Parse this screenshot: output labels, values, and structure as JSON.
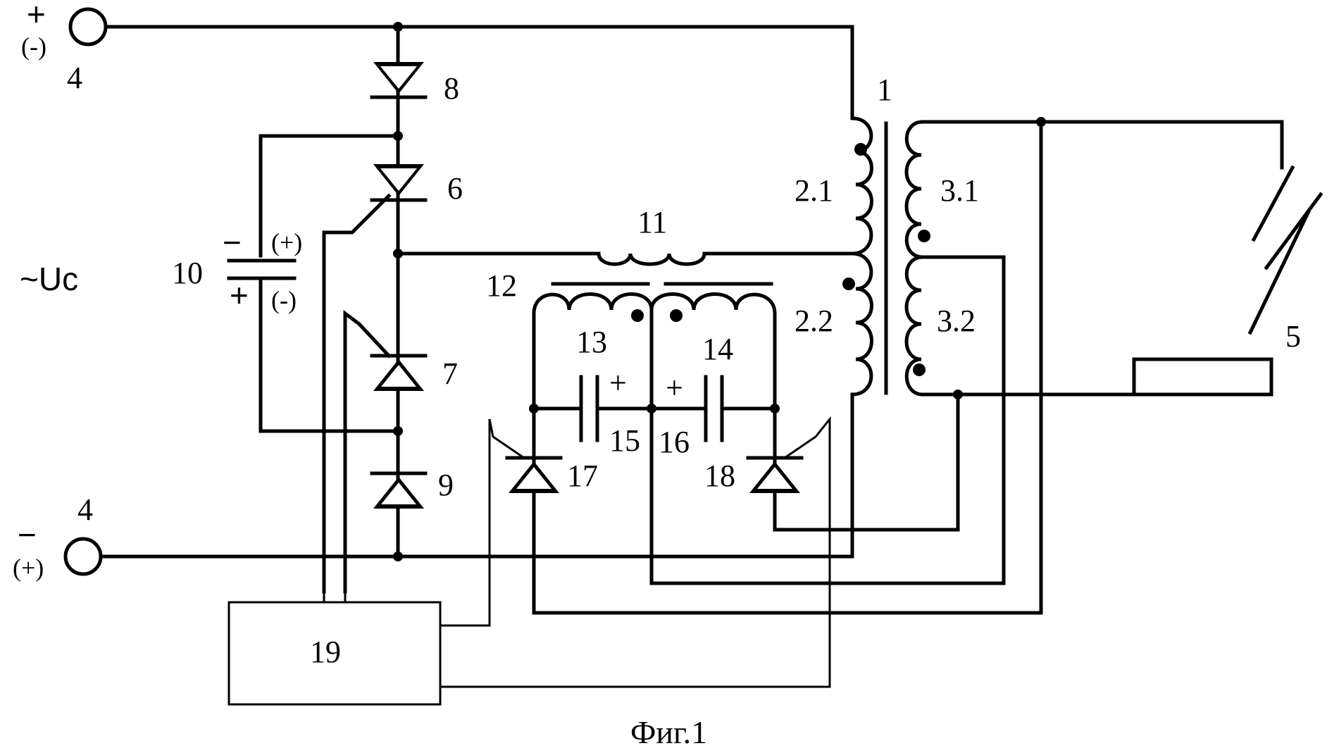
{
  "figure": {
    "caption": "Фиг.1",
    "source_label": "~Uc",
    "terminal_top": {
      "number": "4",
      "polarity": "+",
      "alt_polarity": "(-)"
    },
    "terminal_bottom": {
      "number": "4",
      "polarity": "−",
      "alt_polarity": "(+)"
    },
    "capacitor_10": {
      "number": "10",
      "top_sign": "−",
      "top_alt": "(+)",
      "bottom_sign": "+",
      "bottom_alt": "(-)"
    },
    "components": {
      "transformer": "1",
      "primary_upper": "2.1",
      "primary_lower": "2.2",
      "secondary_upper": "3.1",
      "secondary_lower": "3.2",
      "load": "5",
      "thyristor_upper": "6",
      "thyristor_lower": "7",
      "diode_upper": "8",
      "diode_lower": "9",
      "choke": "11",
      "choke_core": "12",
      "winding_left": "13",
      "winding_right": "14",
      "capacitor_left": "15",
      "capacitor_right": "16",
      "thyristor_left": "17",
      "thyristor_right": "18",
      "control_unit": "19"
    },
    "capacitor_plus": "+"
  }
}
